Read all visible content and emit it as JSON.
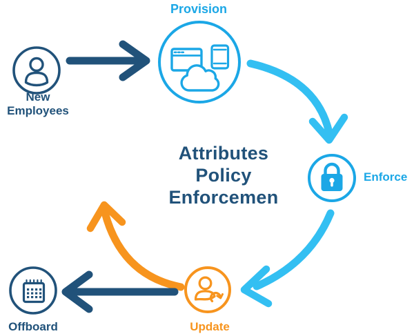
{
  "colors": {
    "navy": "#21527A",
    "blue": "#1BA7E6",
    "cyan": "#33BFF2",
    "orange": "#F7941E",
    "background": "#FFFFFF"
  },
  "title": {
    "lines": [
      "Attributes",
      "Policy",
      "Enforcemen"
    ]
  },
  "nodes": {
    "new_employees": {
      "label_lines": [
        "New",
        "Employees"
      ],
      "icon": "person-icon",
      "color": "navy"
    },
    "provision": {
      "label": "Provision",
      "icons": [
        "browser-window-icon",
        "smartphone-icon",
        "cloud-icon"
      ],
      "color": "blue"
    },
    "enforce": {
      "label": "Enforce",
      "icon": "lock-icon",
      "color": "blue"
    },
    "update": {
      "label": "Update",
      "icon": "person-sync-icon",
      "color": "orange"
    },
    "offboard": {
      "label": "Offboard",
      "icon": "calendar-icon",
      "color": "navy"
    }
  },
  "flow": {
    "arrows": [
      {
        "from": "new_employees",
        "to": "provision",
        "color": "navy",
        "style": "straight"
      },
      {
        "from": "provision",
        "to": "enforce",
        "color": "cyan",
        "style": "curved"
      },
      {
        "from": "enforce",
        "to": "update",
        "color": "cyan",
        "style": "curved"
      },
      {
        "from": "update",
        "to": "cycle_center",
        "color": "orange",
        "style": "curved"
      },
      {
        "from": "update",
        "to": "offboard",
        "color": "navy",
        "style": "straight"
      }
    ]
  }
}
